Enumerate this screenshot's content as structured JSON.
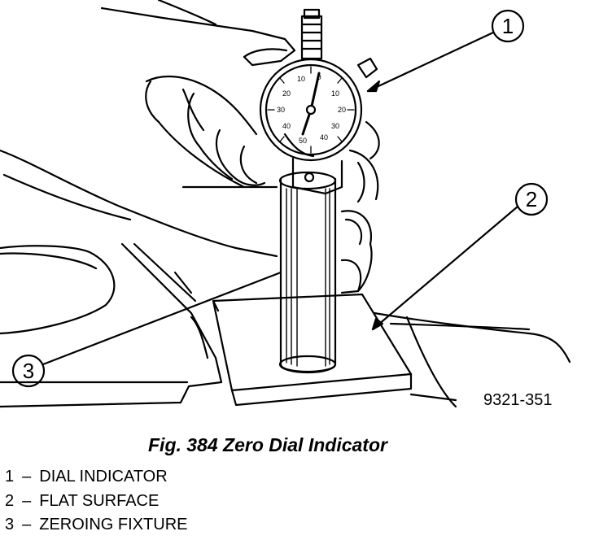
{
  "figure": {
    "caption": "Fig. 384 Zero Dial Indicator",
    "code": "9321-351"
  },
  "callouts": [
    {
      "number": "1",
      "label": "DIAL INDICATOR"
    },
    {
      "number": "2",
      "label": "FLAT SURFACE"
    },
    {
      "number": "3",
      "label": "ZEROING FIXTURE"
    }
  ],
  "legend_separator": "–",
  "dial": {
    "left_numbers": [
      "10",
      "20",
      "30",
      "40",
      "50"
    ],
    "right_numbers": [
      "10",
      "20",
      "30",
      "40"
    ],
    "top_number": "0"
  }
}
